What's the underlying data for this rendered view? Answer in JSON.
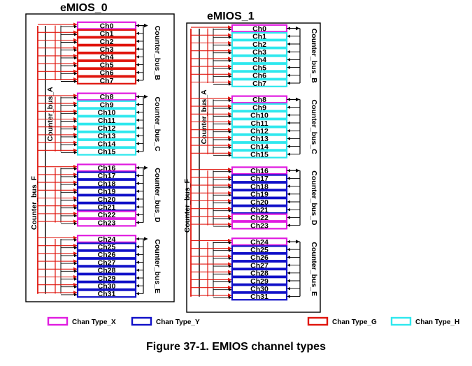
{
  "colors": {
    "type_x": "#e01ce0",
    "type_y": "#1010c8",
    "type_g": "#e0140c",
    "type_h": "#2ee8ee",
    "bus_f": "#e0140c",
    "wire": "#000000"
  },
  "legend": [
    {
      "type": "X",
      "label": "Chan Type_X"
    },
    {
      "type": "Y",
      "label": "Chan Type_Y"
    },
    {
      "type": "G",
      "label": "Chan Type_G"
    },
    {
      "type": "H",
      "label": "Chan Type_H"
    }
  ],
  "modules": [
    {
      "title": "eMIOS_0",
      "bus_f_label": "Counter_bus_F",
      "bus_a_label": "Counter_bus_A",
      "groups": [
        {
          "bus_label": "Counter_bus_B",
          "channels": [
            {
              "name": "Ch0",
              "type": "X"
            },
            {
              "name": "Ch1",
              "type": "G"
            },
            {
              "name": "Ch2",
              "type": "G"
            },
            {
              "name": "Ch3",
              "type": "G"
            },
            {
              "name": "Ch4",
              "type": "G"
            },
            {
              "name": "Ch5",
              "type": "G"
            },
            {
              "name": "Ch6",
              "type": "G"
            },
            {
              "name": "Ch7",
              "type": "G"
            }
          ]
        },
        {
          "bus_label": "Counter_bus_C",
          "channels": [
            {
              "name": "Ch8",
              "type": "X"
            },
            {
              "name": "Ch9",
              "type": "H"
            },
            {
              "name": "Ch10",
              "type": "H"
            },
            {
              "name": "Ch11",
              "type": "H"
            },
            {
              "name": "Ch12",
              "type": "H"
            },
            {
              "name": "Ch13",
              "type": "H"
            },
            {
              "name": "Ch14",
              "type": "H"
            },
            {
              "name": "Ch15",
              "type": "H"
            }
          ]
        },
        {
          "bus_label": "Counter_bus_D",
          "channels": [
            {
              "name": "Ch16",
              "type": "X"
            },
            {
              "name": "Ch17",
              "type": "Y"
            },
            {
              "name": "Ch18",
              "type": "Y"
            },
            {
              "name": "Ch19",
              "type": "Y"
            },
            {
              "name": "Ch20",
              "type": "Y"
            },
            {
              "name": "Ch21",
              "type": "Y"
            },
            {
              "name": "Ch22",
              "type": "X"
            },
            {
              "name": "Ch23",
              "type": "X"
            }
          ]
        },
        {
          "bus_label": "Counter_bus_E",
          "channels": [
            {
              "name": "Ch24",
              "type": "X"
            },
            {
              "name": "Ch25",
              "type": "Y"
            },
            {
              "name": "Ch26",
              "type": "Y"
            },
            {
              "name": "Ch27",
              "type": "Y"
            },
            {
              "name": "Ch28",
              "type": "Y"
            },
            {
              "name": "Ch29",
              "type": "Y"
            },
            {
              "name": "Ch30",
              "type": "Y"
            },
            {
              "name": "Ch31",
              "type": "Y"
            }
          ]
        }
      ]
    },
    {
      "title": "eMIOS_1",
      "bus_f_label": "Counter_bus_F",
      "bus_a_label": "Counter_bus_A",
      "groups": [
        {
          "bus_label": "Counter_bus_B",
          "channels": [
            {
              "name": "Ch0",
              "type": "X"
            },
            {
              "name": "Ch1",
              "type": "H"
            },
            {
              "name": "Ch2",
              "type": "H"
            },
            {
              "name": "Ch3",
              "type": "H"
            },
            {
              "name": "Ch4",
              "type": "H"
            },
            {
              "name": "Ch5",
              "type": "H"
            },
            {
              "name": "Ch6",
              "type": "H"
            },
            {
              "name": "Ch7",
              "type": "H"
            }
          ]
        },
        {
          "bus_label": "Counter_bus_C",
          "channels": [
            {
              "name": "Ch8",
              "type": "X"
            },
            {
              "name": "Ch9",
              "type": "H"
            },
            {
              "name": "Ch10",
              "type": "H"
            },
            {
              "name": "Ch11",
              "type": "H"
            },
            {
              "name": "Ch12",
              "type": "H"
            },
            {
              "name": "Ch13",
              "type": "H"
            },
            {
              "name": "Ch14",
              "type": "H"
            },
            {
              "name": "Ch15",
              "type": "H"
            }
          ]
        },
        {
          "bus_label": "Counter_bus_D",
          "channels": [
            {
              "name": "Ch16",
              "type": "X"
            },
            {
              "name": "Ch17",
              "type": "Y"
            },
            {
              "name": "Ch18",
              "type": "Y"
            },
            {
              "name": "Ch19",
              "type": "Y"
            },
            {
              "name": "Ch20",
              "type": "Y"
            },
            {
              "name": "Ch21",
              "type": "Y"
            },
            {
              "name": "Ch22",
              "type": "X"
            },
            {
              "name": "Ch23",
              "type": "X"
            }
          ]
        },
        {
          "bus_label": "Counter_bus_E",
          "channels": [
            {
              "name": "Ch24",
              "type": "X"
            },
            {
              "name": "Ch25",
              "type": "Y"
            },
            {
              "name": "Ch26",
              "type": "Y"
            },
            {
              "name": "Ch27",
              "type": "Y"
            },
            {
              "name": "Ch28",
              "type": "Y"
            },
            {
              "name": "Ch29",
              "type": "Y"
            },
            {
              "name": "Ch30",
              "type": "Y"
            },
            {
              "name": "Ch31",
              "type": "Y"
            }
          ]
        }
      ]
    }
  ],
  "caption": "Figure 37-1. EMIOS channel types"
}
